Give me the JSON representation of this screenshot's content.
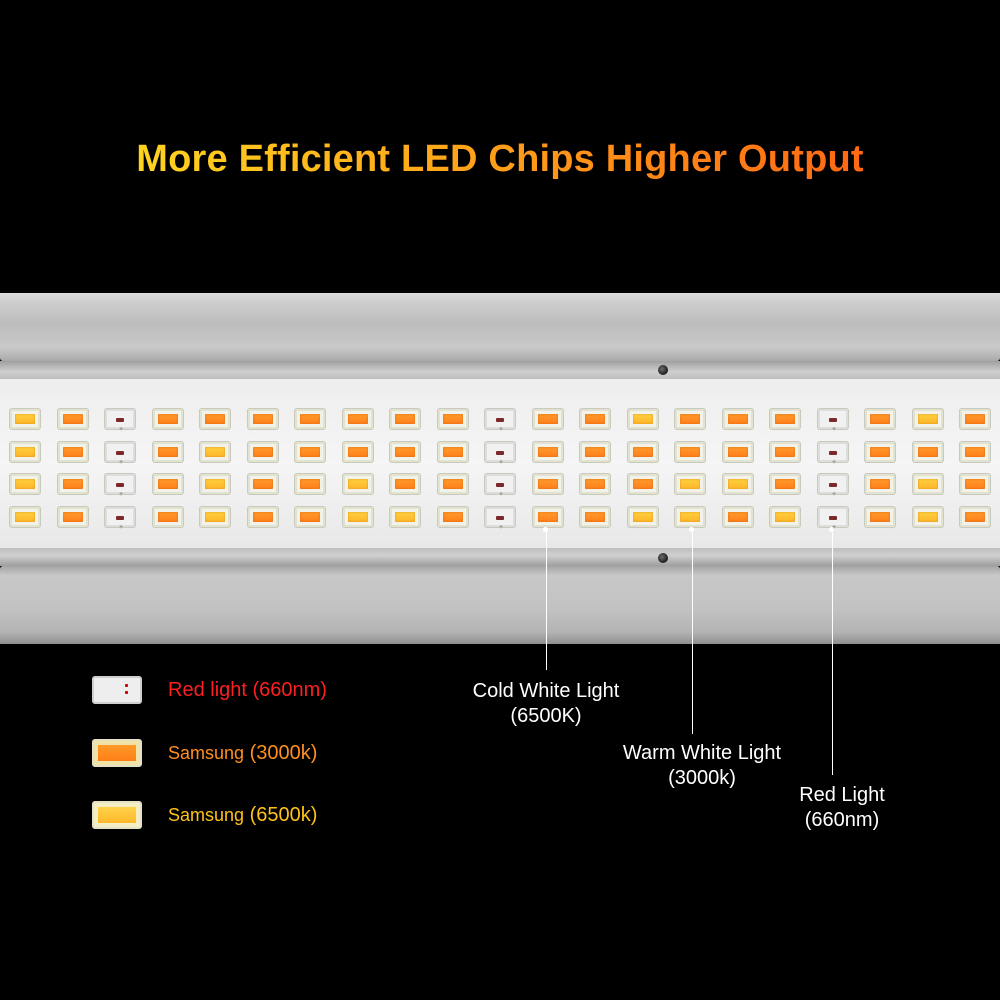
{
  "title": {
    "part1": "More Efficient LED",
    "part2": "Chips Higher Output"
  },
  "legend": [
    {
      "kind": "red",
      "label": "Red light (660nm)",
      "brand": "",
      "spec": ""
    },
    {
      "kind": "c3000",
      "label": "",
      "brand": "Samsung",
      "spec": "(3000k)"
    },
    {
      "kind": "c6500",
      "label": "",
      "brand": "Samsung",
      "spec": "(6500k)"
    }
  ],
  "callouts": {
    "cold": {
      "line1": "Cold White Light",
      "line2": "(6500K)"
    },
    "warm": {
      "line1": "Warm White Light",
      "line2": "(3000k)"
    },
    "red": {
      "line1": "Red Light",
      "line2": "(660nm)"
    }
  },
  "led_grid": [
    [
      "6500",
      "3000",
      "red",
      "3000",
      "3000",
      "3000",
      "3000",
      "3000",
      "3000",
      "3000",
      "red",
      "3000",
      "3000",
      "6500",
      "3000",
      "3000",
      "3000",
      "red",
      "3000",
      "6500",
      "3000"
    ],
    [
      "6500",
      "3000",
      "red",
      "3000",
      "6500",
      "3000",
      "3000",
      "3000",
      "3000",
      "3000",
      "red",
      "3000",
      "3000",
      "3000",
      "3000",
      "3000",
      "3000",
      "red",
      "3000",
      "3000",
      "3000"
    ],
    [
      "6500",
      "3000",
      "red",
      "3000",
      "6500",
      "3000",
      "3000",
      "6500",
      "3000",
      "3000",
      "red",
      "3000",
      "3000",
      "3000",
      "6500",
      "6500",
      "3000",
      "red",
      "3000",
      "6500",
      "3000"
    ],
    [
      "6500",
      "3000",
      "red",
      "3000",
      "6500",
      "3000",
      "3000",
      "6500",
      "6500",
      "3000",
      "red",
      "3000",
      "3000",
      "6500",
      "6500",
      "3000",
      "6500",
      "red",
      "3000",
      "6500",
      "3000"
    ]
  ],
  "colors": {
    "title_gradient": [
      "#ffd21f",
      "#ff6a13"
    ],
    "red_text": "#ff1f1f",
    "samsung_3000_text": "#ff8f1f",
    "samsung_6500_text": "#ffc21a",
    "callout_text": "#ffffff"
  }
}
